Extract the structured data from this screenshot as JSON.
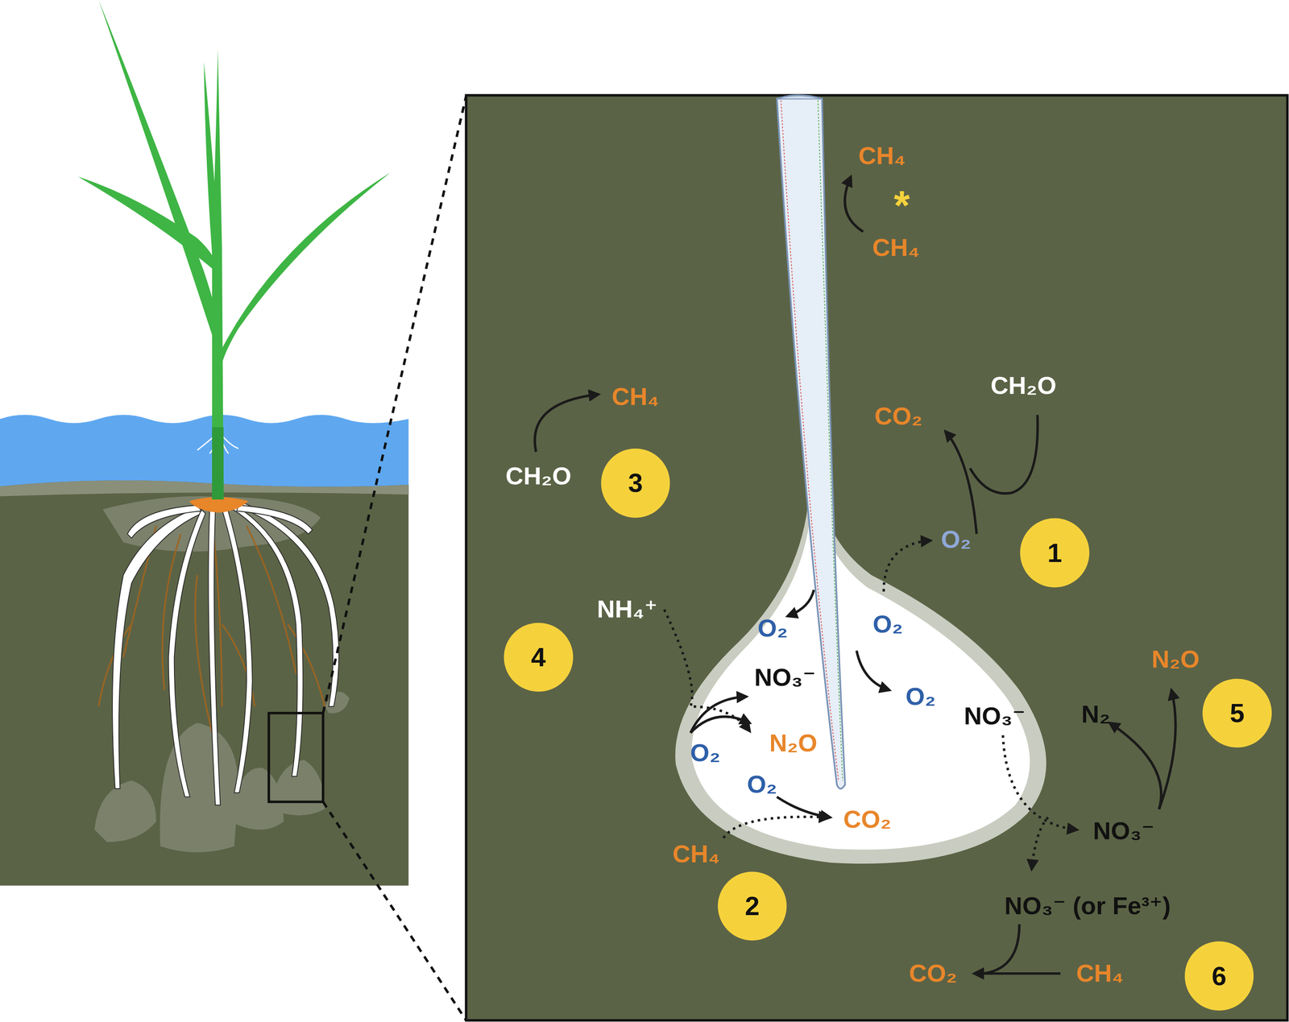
{
  "diagram": {
    "labels": [
      "CH₄",
      "*",
      "CH₄",
      "CH₂O",
      "CO₂",
      "CH₄",
      "CH₂O",
      "3",
      "O₂",
      "1",
      "NH₄⁺",
      "4",
      "O₂",
      "O₂",
      "NO₃⁻",
      "O₂",
      "N₂O",
      "NO₃⁻",
      "N₂",
      "5",
      "O₂",
      "N₂O",
      "O₂",
      "CO₂",
      "NO₃⁻",
      "CH₄",
      "2",
      "NO₃⁻ (or Fe³⁺)",
      "CO₂",
      "CH₄",
      "6"
    ]
  }
}
